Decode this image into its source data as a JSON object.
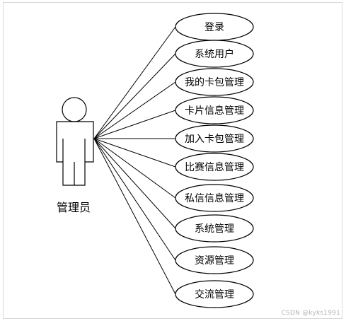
{
  "actor": {
    "label": "管理员"
  },
  "use_cases": [
    "登录",
    "系统用户",
    "我的卡包管理",
    "卡片信息管理",
    "加入卡包管理",
    "比赛信息管理",
    "私信信息管理",
    "系统管理",
    "资源管理",
    "交流管理"
  ],
  "watermark": "CSDN @kyks1991",
  "colors": {
    "stroke": "#000000",
    "frame_border": "#d9d9d9",
    "watermark": "#b5b5b5"
  }
}
